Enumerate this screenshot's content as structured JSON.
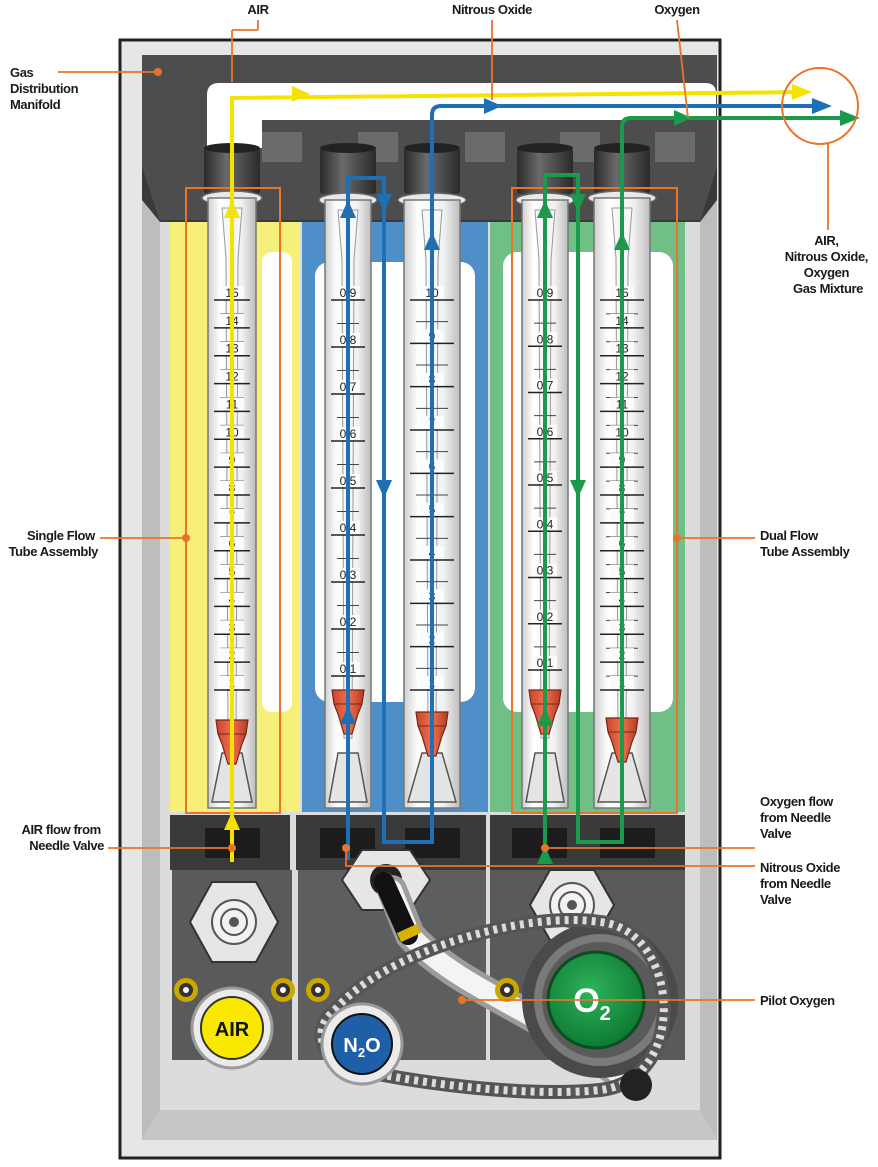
{
  "labels": {
    "air_top": "AIR",
    "nitrous_top": "Nitrous Oxide",
    "oxygen_top": "Oxygen",
    "manifold": [
      "Gas",
      "Distribution",
      "Manifold"
    ],
    "mixture": [
      "AIR,",
      "Nitrous Oxide,",
      "Oxygen",
      "Gas Mixture"
    ],
    "single_flow": [
      "Single Flow",
      "Tube Assembly"
    ],
    "dual_flow": [
      "Dual Flow",
      "Tube Assembly"
    ],
    "air_flow": [
      "AIR flow from",
      "Needle Valve"
    ],
    "oxygen_flow": [
      "Oxygen flow",
      "from Needle",
      "Valve"
    ],
    "nitrous_flow": [
      "Nitrous Oxide",
      "from Needle",
      "Valve"
    ],
    "pilot_oxygen": "Pilot Oxygen"
  },
  "knobs": {
    "air": "AIR",
    "n2o": {
      "main": "N",
      "sub1": "2",
      "tail": "O"
    },
    "o2": {
      "main": "O",
      "sub": "2"
    }
  },
  "scales": {
    "tube1": [
      "15",
      "14",
      "13",
      "12",
      "11",
      "10",
      "9",
      "8",
      "7",
      "6",
      "5",
      "4",
      "3",
      "2",
      "1"
    ],
    "tube2": [
      "0.9",
      "0.8",
      "0.7",
      "0.6",
      "0.5",
      "0.4",
      "0.3",
      "0.2",
      "0.1"
    ],
    "tube3": [
      "10",
      "9",
      "8",
      "7",
      "6",
      "5",
      "4",
      "3",
      "2",
      "1"
    ],
    "tube4": [
      "0.9",
      "0.8",
      "0.7",
      "0.6",
      "0.5",
      "0.4",
      "0.3",
      "0.2",
      "0.1"
    ],
    "tube5": [
      "15",
      "14",
      "13",
      "12",
      "11",
      "10",
      "9",
      "8",
      "7",
      "6",
      "5",
      "4",
      "3",
      "2",
      "1"
    ]
  },
  "colors": {
    "air": "#f2e400",
    "nitrous": "#1f6fb5",
    "oxygen": "#1a9a4a",
    "leader": "#e8742a",
    "housing": "#555555"
  }
}
